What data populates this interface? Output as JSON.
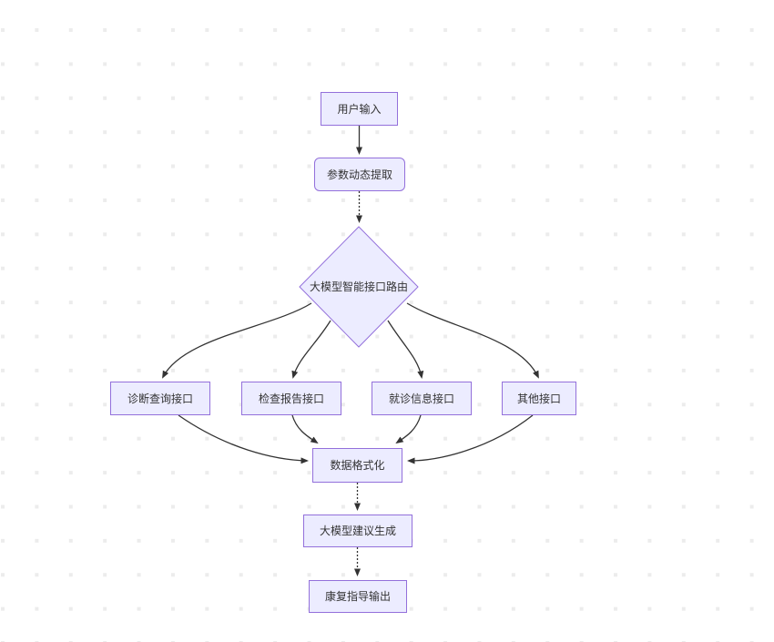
{
  "diagram": {
    "type": "flowchart",
    "direction": "top-down",
    "nodes": [
      {
        "id": "user_input",
        "label": "用户输入",
        "shape": "rect"
      },
      {
        "id": "param_extract",
        "label": "参数动态提取",
        "shape": "rounded"
      },
      {
        "id": "router",
        "label": "大模型智能接口路由",
        "shape": "diamond"
      },
      {
        "id": "diagnosis_api",
        "label": "诊断查询接口",
        "shape": "rect"
      },
      {
        "id": "report_api",
        "label": "检查报告接口",
        "shape": "rect"
      },
      {
        "id": "visit_api",
        "label": "就诊信息接口",
        "shape": "rect"
      },
      {
        "id": "other_api",
        "label": "其他接口",
        "shape": "rect"
      },
      {
        "id": "formatter",
        "label": "数据格式化",
        "shape": "rect"
      },
      {
        "id": "suggestion",
        "label": "大模型建议生成",
        "shape": "rect"
      },
      {
        "id": "output",
        "label": "康复指导输出",
        "shape": "rect"
      }
    ],
    "edges": [
      {
        "from": "user_input",
        "to": "param_extract",
        "style": "solid"
      },
      {
        "from": "param_extract",
        "to": "router",
        "style": "dotted"
      },
      {
        "from": "router",
        "to": "diagnosis_api",
        "style": "solid"
      },
      {
        "from": "router",
        "to": "report_api",
        "style": "solid"
      },
      {
        "from": "router",
        "to": "visit_api",
        "style": "solid"
      },
      {
        "from": "router",
        "to": "other_api",
        "style": "solid"
      },
      {
        "from": "diagnosis_api",
        "to": "formatter",
        "style": "solid"
      },
      {
        "from": "report_api",
        "to": "formatter",
        "style": "solid"
      },
      {
        "from": "visit_api",
        "to": "formatter",
        "style": "solid"
      },
      {
        "from": "other_api",
        "to": "formatter",
        "style": "solid"
      },
      {
        "from": "formatter",
        "to": "suggestion",
        "style": "dotted"
      },
      {
        "from": "suggestion",
        "to": "output",
        "style": "dotted"
      }
    ],
    "colors": {
      "node_fill": "#ECECFF",
      "node_border": "#9370DB",
      "edge": "#333333",
      "text": "#333333",
      "background": "#FFFFFF",
      "grid_dot": "#ECECEC"
    }
  }
}
